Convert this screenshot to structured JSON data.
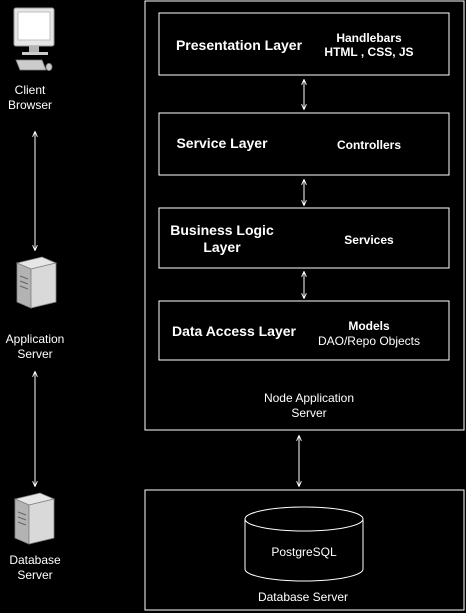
{
  "colors": {
    "background": "#000000",
    "stroke": "#ffffff",
    "text": "#ffffff",
    "icon_light": "#e6e6e6",
    "icon_mid": "#b3b3b3",
    "icon_dark": "#808080"
  },
  "left_column": {
    "client": {
      "icon": "desktop-computer-icon",
      "line1": "Client",
      "line2": "Browser"
    },
    "app_server": {
      "icon": "server-tower-icon",
      "line1": "Application",
      "line2": "Server"
    },
    "db_server": {
      "icon": "server-tower-icon",
      "line1": "Database",
      "line2": "Server"
    }
  },
  "node_server": {
    "label_line1": "Node Application",
    "label_line2": "Server",
    "layers": [
      {
        "title": "Presentation Layer",
        "detail_line1": "Handlebars",
        "detail_line2": "HTML , CSS, JS"
      },
      {
        "title": "Service Layer",
        "detail_line1": "Controllers",
        "detail_line2": ""
      },
      {
        "title_line1": "Business Logic",
        "title_line2": "Layer",
        "detail_line1": "Services",
        "detail_line2": ""
      },
      {
        "title": "Data Access Layer",
        "detail_line1": "Models",
        "detail_line2": "DAO/Repo Objects"
      }
    ]
  },
  "database": {
    "cylinder_label": "PostgreSQL",
    "label": "Database Server"
  }
}
